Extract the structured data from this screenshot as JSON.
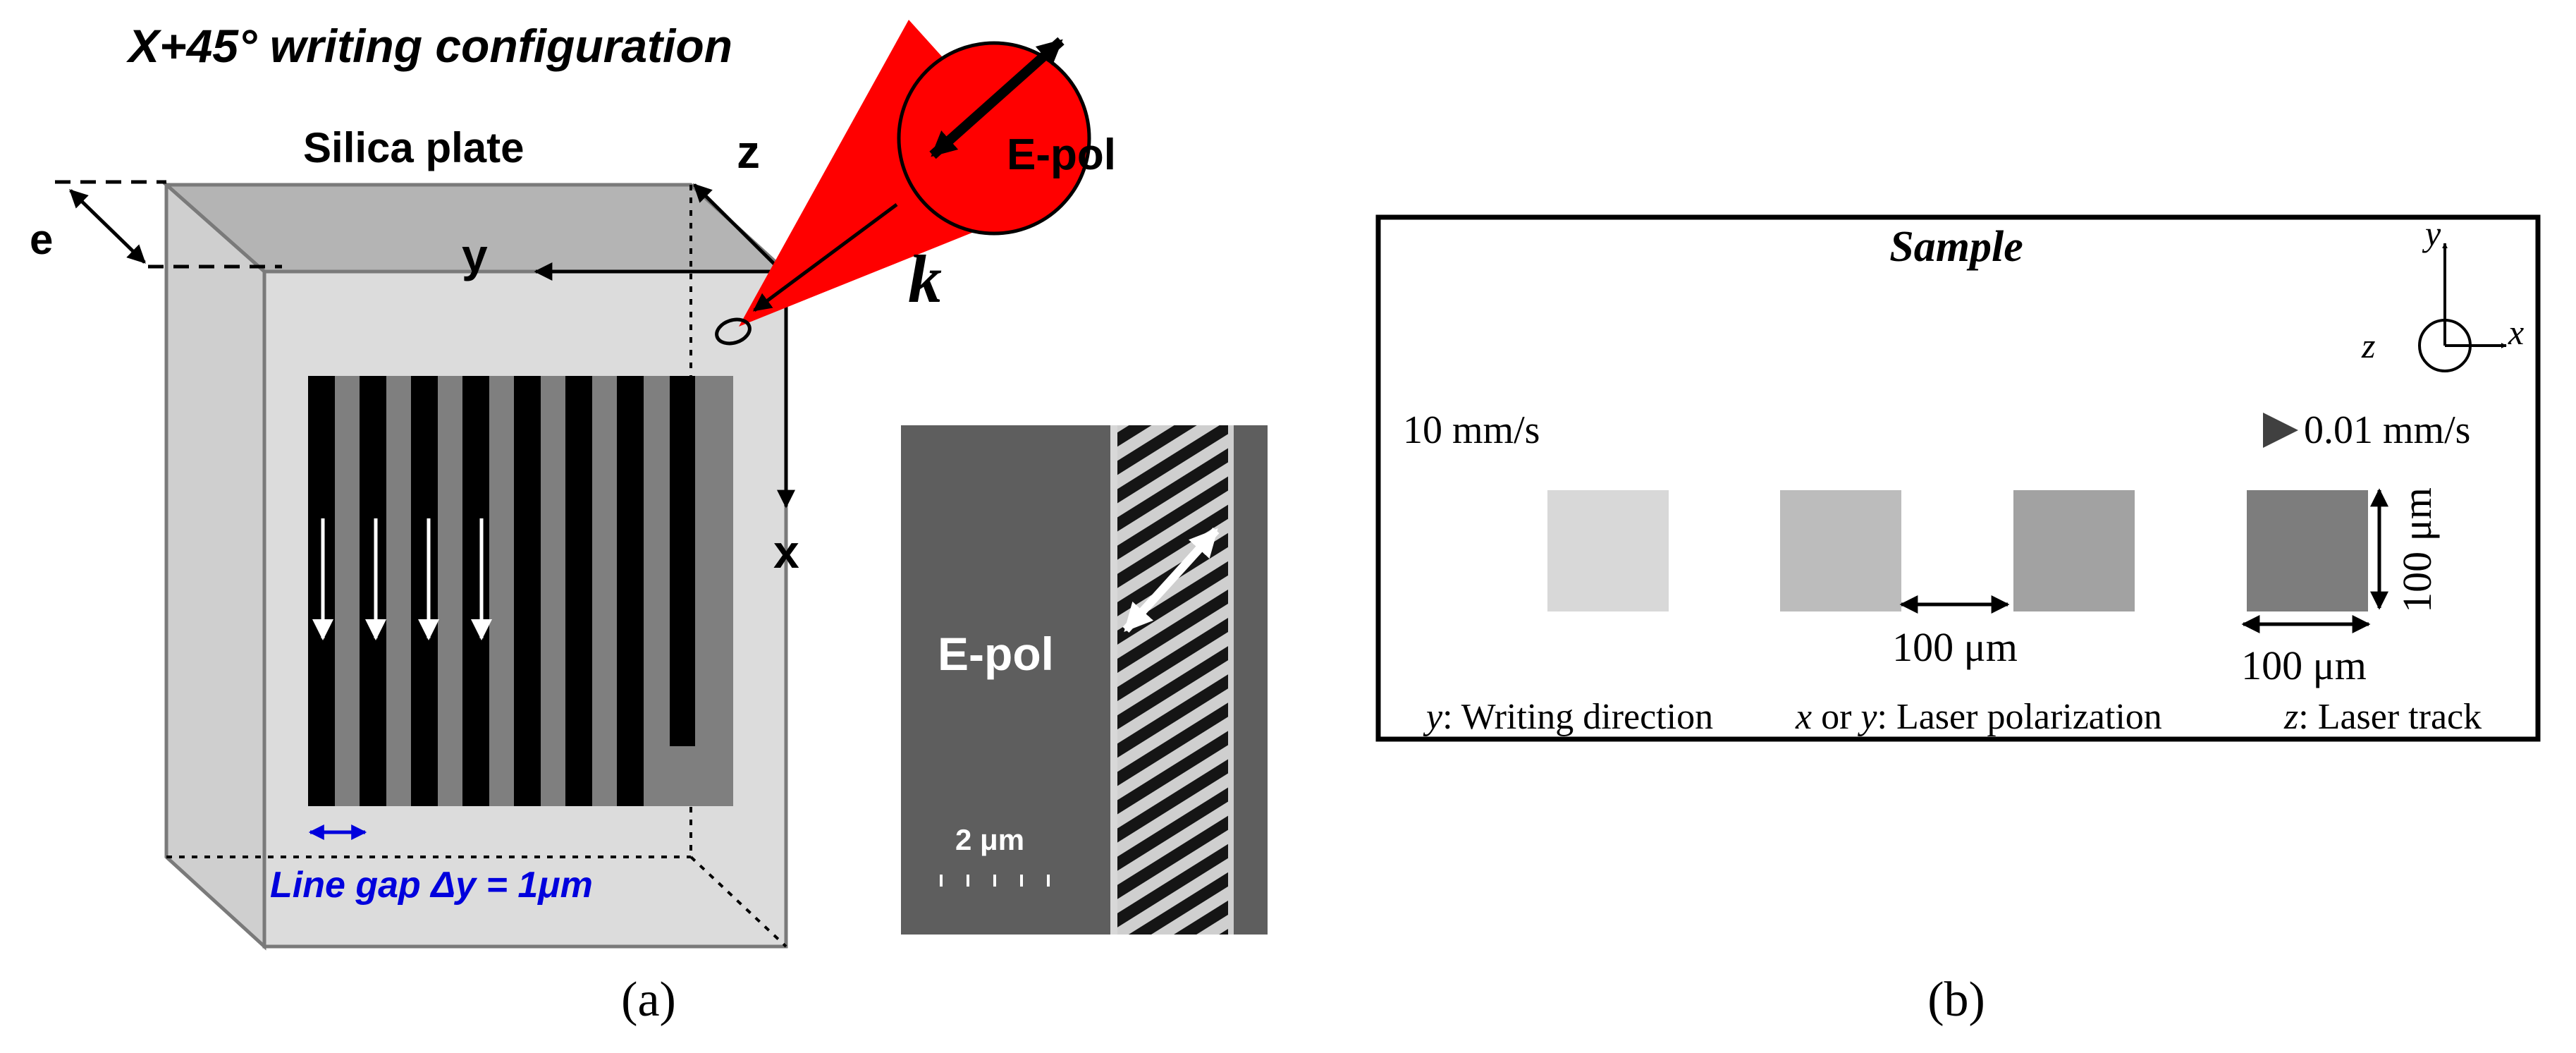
{
  "panel_a": {
    "title": "X+45° writing configuration",
    "plate_label": "Silica plate",
    "thickness_label": "e",
    "axis_z": "z",
    "axis_y": "y",
    "axis_x": "x",
    "beam_pol_label": "E-pol",
    "wavevector_label": "k",
    "line_gap_label": "Line gap Δy = 1μm",
    "sem_pol_label": "E-pol",
    "scale_bar_label": "2 μm",
    "caption": "(a)"
  },
  "panel_b": {
    "title": "Sample",
    "coord_y": "y",
    "coord_z": "z",
    "coord_x": "x",
    "speed_start": "10 mm/s",
    "speed_end": "0.01 mm/s",
    "gap_dimension": "100 μm",
    "width_dimension": "100 μm",
    "height_dimension": "100 μm",
    "legend_y_var": "y",
    "legend_y_text": ": Writing direction",
    "legend_xy_var1": "x",
    "legend_xy_mid": " or ",
    "legend_xy_var2": "y",
    "legend_xy_text": ": Laser polarization",
    "legend_z_var": "z",
    "legend_z_text": ": Laser track",
    "squares": [
      {
        "shade": "#d8d8d8"
      },
      {
        "shade": "#bcbcbc"
      },
      {
        "shade": "#a2a2a2"
      },
      {
        "shade": "#7d7d7d"
      }
    ],
    "caption": "(b)"
  },
  "colors": {
    "beam_red": "#ff0000",
    "gap_blue": "#0000dd",
    "plate_top": "#b4b4b4",
    "plate_face": "#dcdcdc",
    "sem_bg": "#5e5e5e"
  }
}
